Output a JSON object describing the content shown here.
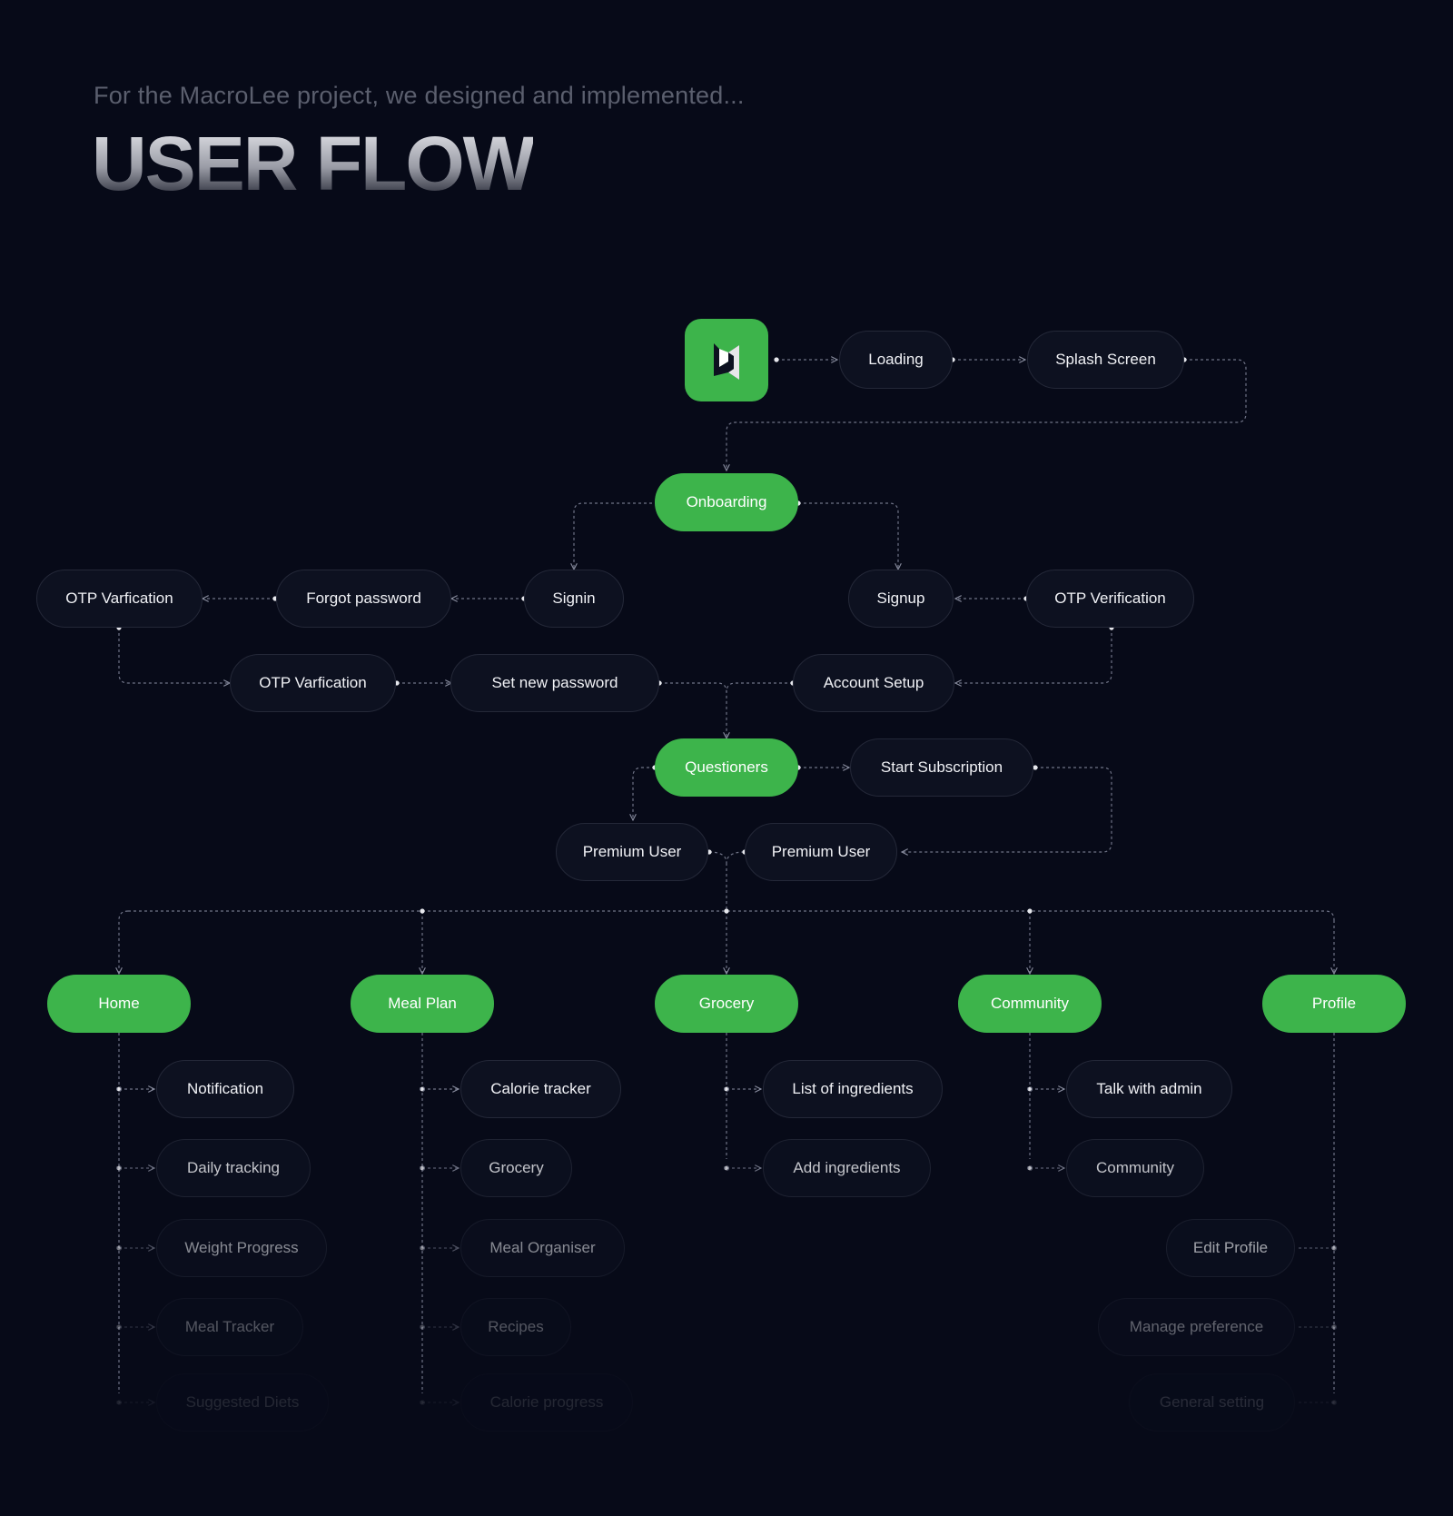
{
  "header": {
    "intro": "For the MacroLee project, we designed and implemented...",
    "title": "USER FLOW"
  },
  "colors": {
    "background": "#070a18",
    "accent_green": "#3db44b",
    "node_dark": "#0d1120",
    "connector": "#8a8ea0"
  },
  "logo": {
    "icon": "macrolee-logo-icon"
  },
  "nodes": {
    "loading": "Loading",
    "splash": "Splash Screen",
    "onboarding": "Onboarding",
    "otp_left": "OTP Varfication",
    "forgot": "Forgot password",
    "signin": "Signin",
    "signup": "Signup",
    "otp_right": "OTP Verification",
    "otp_mid": "OTP Varfication",
    "set_password": "Set new password",
    "account_setup": "Account Setup",
    "questioners": "Questioners",
    "start_sub": "Start Subscription",
    "premium_left": "Premium User",
    "premium_right": "Premium User"
  },
  "sections": [
    {
      "label": "Home",
      "items": [
        "Notification",
        "Daily tracking",
        "Weight Progress",
        "Meal Tracker",
        "Suggested Diets"
      ]
    },
    {
      "label": "Meal Plan",
      "items": [
        "Calorie tracker",
        "Grocery",
        "Meal Organiser",
        "Recipes",
        "Calorie progress"
      ]
    },
    {
      "label": "Grocery",
      "items": [
        "List of ingredients",
        "Add ingredients"
      ]
    },
    {
      "label": "Community",
      "items": [
        "Talk with admin",
        "Community"
      ]
    },
    {
      "label": "Profile",
      "items": [
        "Edit Profile",
        "Manage preference",
        "General setting"
      ]
    }
  ]
}
